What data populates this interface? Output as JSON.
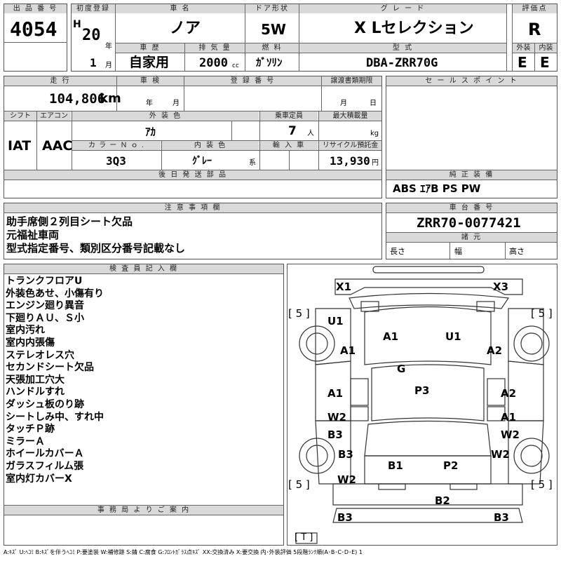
{
  "lot": {
    "label": "出 品 番 号",
    "value": "4054"
  },
  "reg": {
    "label": "初度登録",
    "era": "H",
    "year": "20",
    "year_unit": "年",
    "month": "1",
    "month_unit": "月"
  },
  "car_name": {
    "label": "車 名",
    "value": "ノア"
  },
  "door": {
    "label": "ドア形状",
    "value": "5W"
  },
  "grade": {
    "label": "グ レ ー ド",
    "value": "X Lセレクション"
  },
  "score": {
    "label": "評価点",
    "value": "R",
    "ext_label": "外装",
    "ext_value": "E",
    "int_label": "内装",
    "int_value": "E"
  },
  "history": {
    "label": "車 歴",
    "value": "自家用"
  },
  "displacement": {
    "label": "排 気 量",
    "value": "2000",
    "unit": "cc"
  },
  "fuel": {
    "label": "燃 料",
    "value": "ｶﾞｿﾘﾝ"
  },
  "model": {
    "label": "型 式",
    "value": "DBA-ZRR70G"
  },
  "mileage": {
    "label": "走 行",
    "value": "104,806",
    "unit": "km"
  },
  "inspection": {
    "label": "車 検",
    "year_unit": "年",
    "month_unit": "月"
  },
  "plate": {
    "label": "登 録 番 号"
  },
  "transfer": {
    "label": "譲渡書類期限",
    "month_unit": "月",
    "day_unit": "日"
  },
  "sales_point": {
    "label": "セ ー ル ス ポ イ ン ト"
  },
  "shift": {
    "label": "シフト",
    "value": "IAT"
  },
  "ac": {
    "label": "エアコン",
    "value": "AAC"
  },
  "ext_color": {
    "label": "外 装 色",
    "value": "ｱｶ"
  },
  "capacity": {
    "label": "乗車定員",
    "value": "7",
    "unit": "人"
  },
  "load": {
    "label": "最大積載量",
    "unit": "kg"
  },
  "color_no": {
    "label": "カ ラ ー Ｎ ｏ .",
    "value": "3Q3"
  },
  "int_color": {
    "label": "内 装 色",
    "value": "ｸﾞﾚｰ",
    "suffix": "系"
  },
  "import": {
    "label": "輸 入 車"
  },
  "recycle": {
    "label": "リサイクル預託金",
    "value": "13,930",
    "unit": "円"
  },
  "later_parts": {
    "label": "後 日 発 送 部 品"
  },
  "equipment": {
    "label": "純 正 装 備",
    "value": "ABS ｴｱB PS PW"
  },
  "notes": {
    "label": "注 意 事 項 欄",
    "lines": [
      "助手席側２列目シート欠品",
      "元福祉車両",
      "型式指定番号、類別区分番号記載なし"
    ]
  },
  "chassis": {
    "label": "車 台 番 号",
    "value": "ZRR70-0077421"
  },
  "specs": {
    "label": "諸 元",
    "length": "長さ",
    "width": "幅",
    "height": "高さ"
  },
  "inspector": {
    "label": "検 査 員 記 入 欄",
    "lines": [
      "トランクフロアU",
      "外装色あせ、小傷有り",
      "エンジン廻り異音",
      "下廻りＡＵ、Ｓ小",
      "室内汚れ",
      "室内内張傷",
      "ステレオレス穴",
      "セカンドシート欠品",
      "天張加工穴大",
      "ハンドルすれ",
      "ダッシュ板のり跡",
      "シートしみ中、すれ中",
      "タッチＰ跡",
      "ミラーＡ",
      "ホイールカバーＡ",
      "ガラスフィルム張",
      "室内灯カバーX"
    ]
  },
  "office": {
    "label": "事 務 局 よ り ご 案 内"
  },
  "diagram": {
    "marks": {
      "x1": "X1",
      "x3": "X3",
      "u1_left": "U1",
      "a1_top": "A1",
      "u1_top": "U1",
      "a2_left": "A1",
      "a2_right": "A2",
      "g": "G",
      "p3": "P3",
      "a1_door_l": "A1",
      "a2_door_r": "A2",
      "w2_l": "W2",
      "a1_r": "A1",
      "b3_l": "B3",
      "w2_r": "W2",
      "b3_l2": "B3",
      "w2_r2": "W2",
      "b1": "B1",
      "p2": "P2",
      "w2_l2": "W2",
      "b2": "B2",
      "b3_bl": "B3",
      "b3_br": "B3"
    },
    "tire_tl": "[ 5 ]",
    "tire_tr": "[ 5 ]",
    "tire_bl": "[ 5 ]",
    "tire_br": "[ 5 ]",
    "spare": "[ T ]"
  },
  "legend": "A:ｷｽﾞ U:ﾍｺﾐ B:ｷｽﾞを伴うﾍｺﾐ P:要塗装 W:補修跡 S:錆 C:腐食 G:ﾌﾛﾝﾄｶﾞﾗｽ点ｷｽﾞ XX:交換済み X:要交換 内･外装評価 5段階ﾗﾝｸ順(A･B･C･D･E) 1"
}
